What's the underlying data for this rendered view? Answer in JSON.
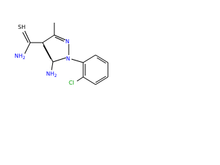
{
  "molecule": {
    "atoms": {
      "thiol": "SH",
      "amine_top": "NH",
      "amine_top_sub": "2",
      "ring_n1": "N",
      "ring_n2": "N",
      "amine_bottom": "NH",
      "amine_bottom_sub": "2",
      "chloro": "Cl"
    },
    "colors": {
      "bond": "#000000",
      "nitrogen": "#0000ff",
      "chlorine": "#00a000",
      "sulfur": "#000000"
    }
  }
}
